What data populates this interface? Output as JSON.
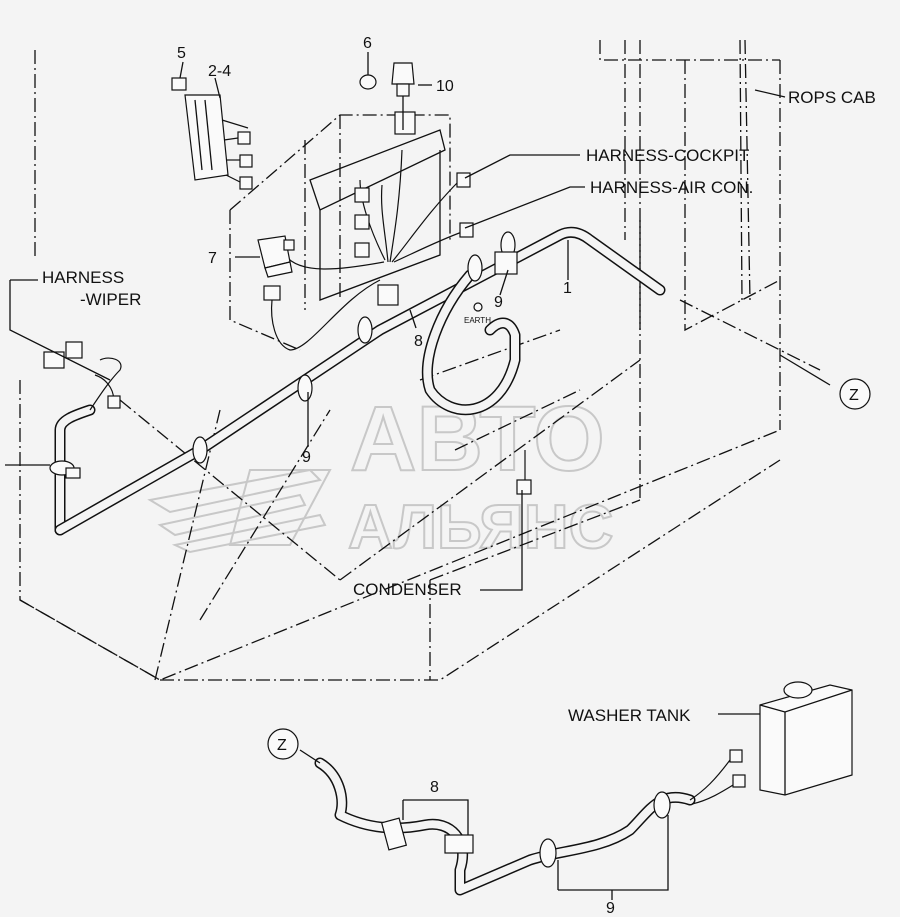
{
  "labels": {
    "rops_cab": "ROPS CAB",
    "harness_cockpit": "HARNESS-COCKPIT",
    "harness_aircon": "HARNESS-AIR CON.",
    "harness_wiper_1": "HARNESS",
    "harness_wiper_2": "-WIPER",
    "condenser": "CONDENSER",
    "washer_tank": "WASHER TANK",
    "earth": "EARTH",
    "z_top": "Z",
    "z_bottom": "Z"
  },
  "callouts": {
    "c1": "1",
    "c2_4": "2-4",
    "c5": "5",
    "c6": "6",
    "c7": "7",
    "c8_top": "8",
    "c8_bottom": "8",
    "c9_a": "9",
    "c9_b": "9",
    "c9_bottom": "9",
    "c10": "10"
  },
  "watermark": {
    "line1": "АВТО",
    "line2": "АЛЬЯНС"
  }
}
